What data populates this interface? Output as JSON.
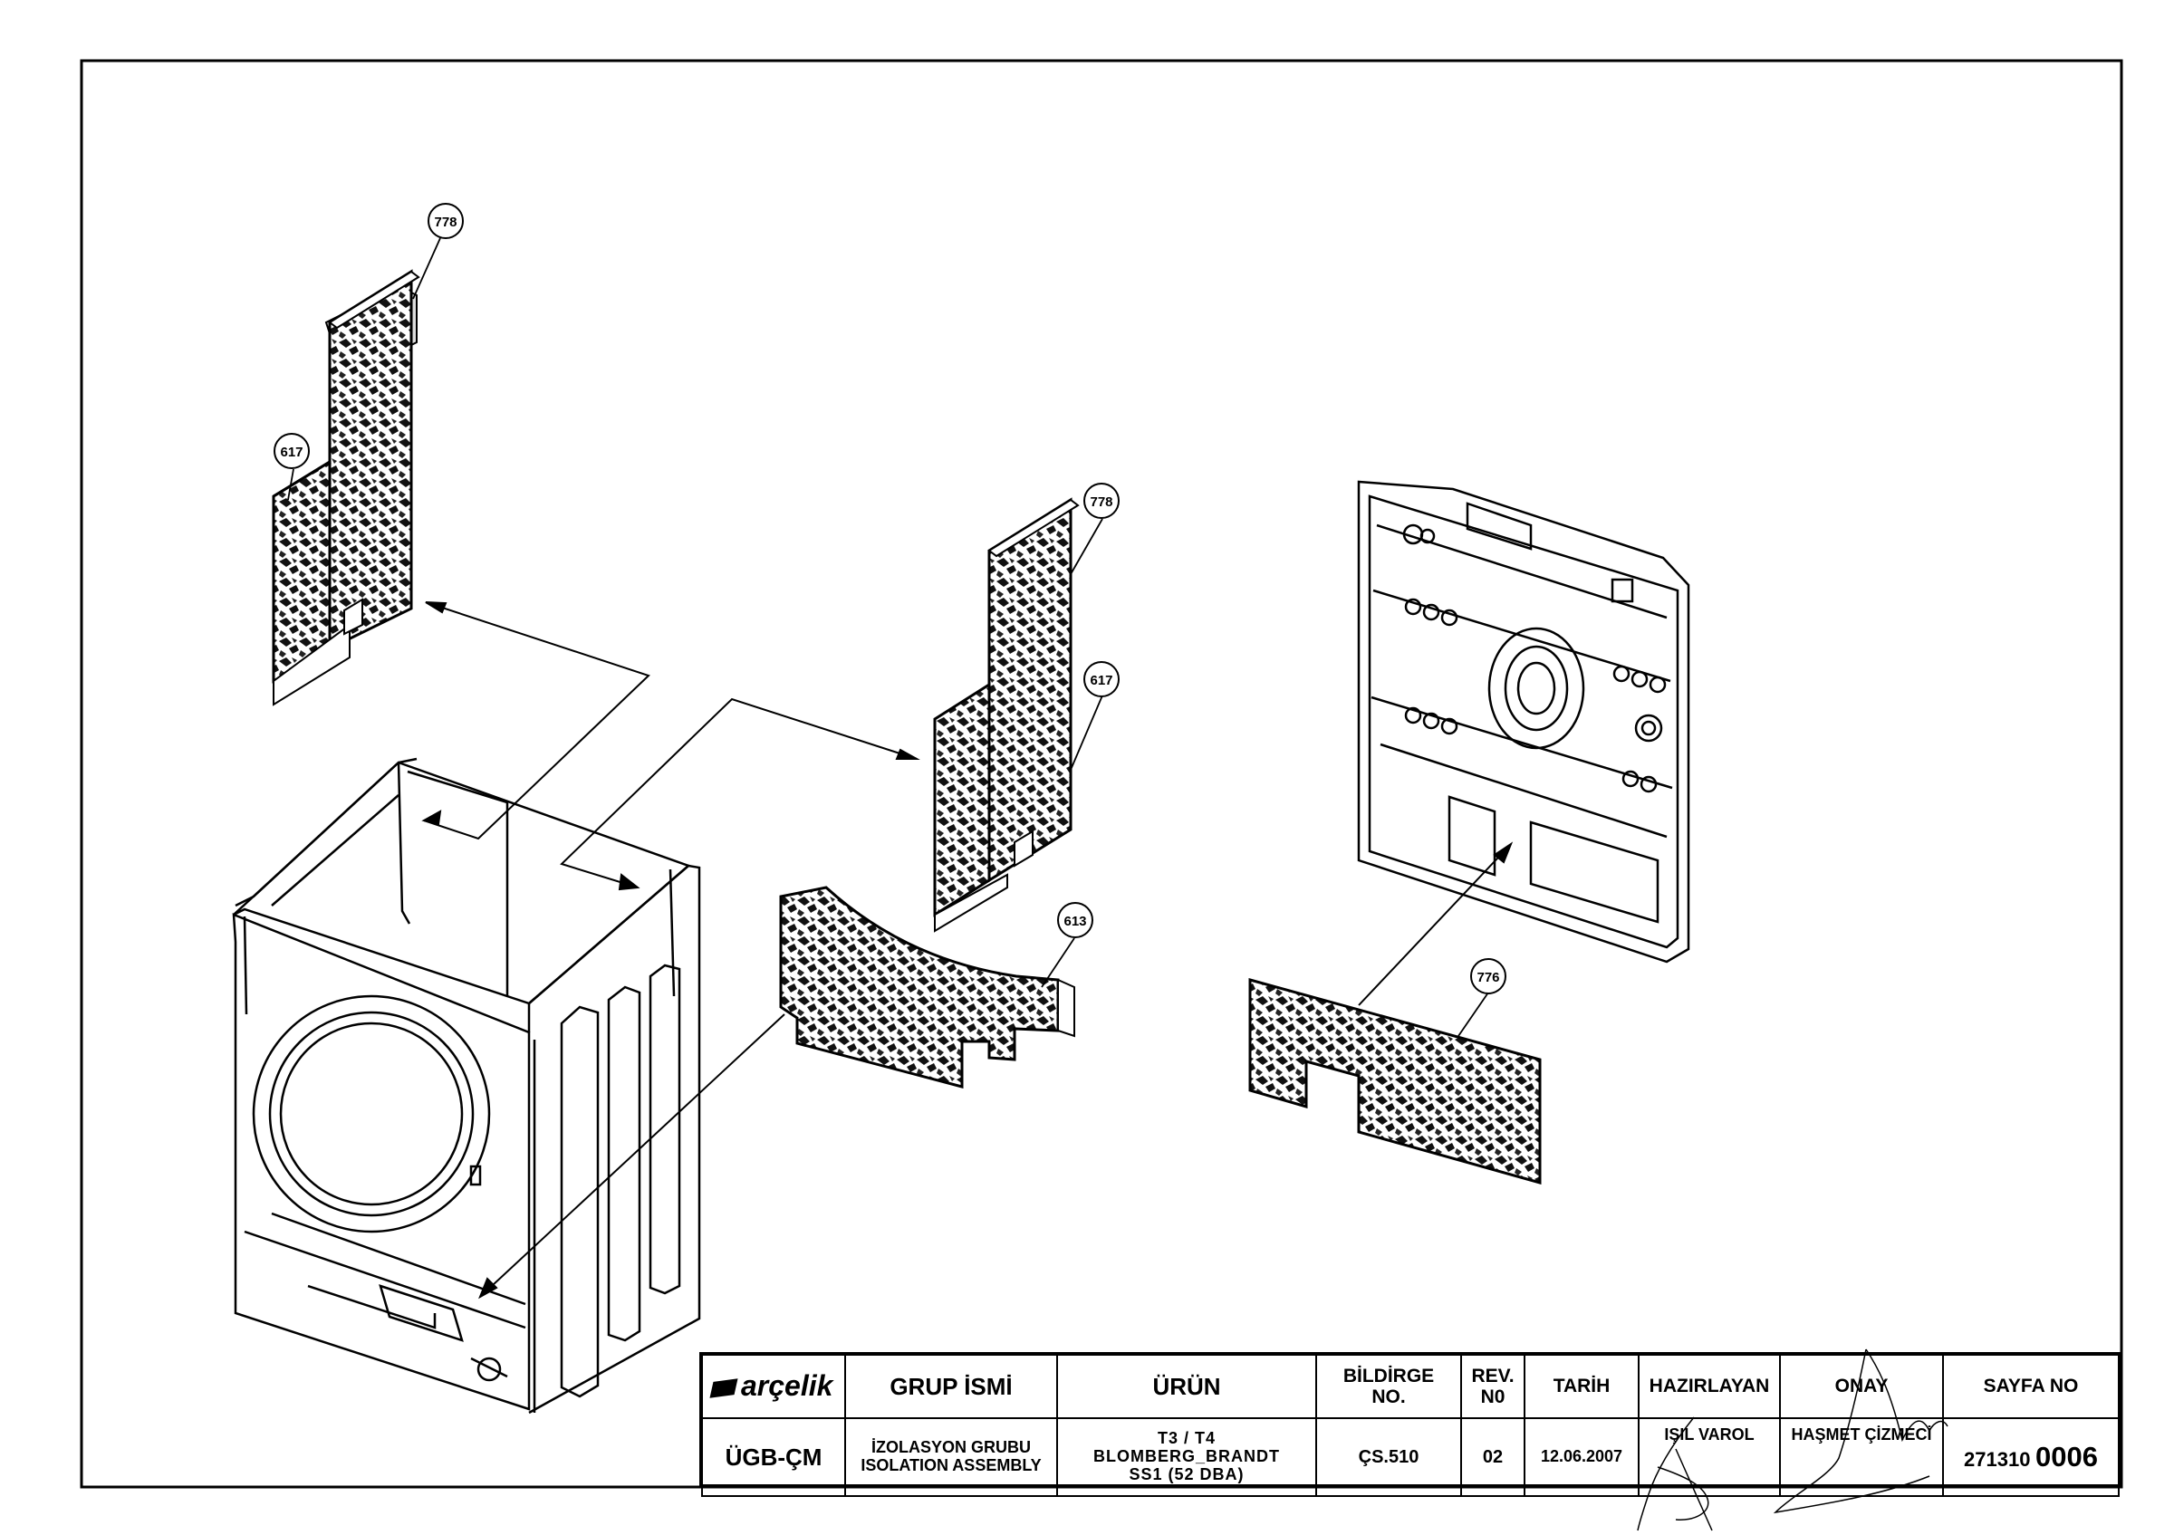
{
  "callouts": {
    "c778a": "778",
    "c617a": "617",
    "c778b": "778",
    "c617b": "617",
    "c613": "613",
    "c776": "776"
  },
  "titleblock": {
    "brand": "arçelik",
    "headers": {
      "group": "GRUP İSMİ",
      "product": "ÜRÜN",
      "declaration_line1": "BİLDİRGE",
      "declaration_line2": "NO.",
      "rev_line1": "REV.",
      "rev_line2": "N0",
      "date": "TARİH",
      "prepared": "HAZIRLAYAN",
      "approved": "ONAY",
      "sheet": "SAYFA NO"
    },
    "values": {
      "department": "ÜGB-ÇM",
      "group_line1": "İZOLASYON GRUBU",
      "group_line2": "ISOLATION ASSEMBLY",
      "product_line1": "T3 / T4",
      "product_line2": "BLOMBERG_BRANDT",
      "product_line3": "SS1 (52 DBA)",
      "declaration": "ÇS.510",
      "rev": "02",
      "date": "12.06.2007",
      "prepared_by": "IŞIL VAROL",
      "approved_by": "HAŞMET ÇİZMECİ",
      "sheet_prefix": "271310",
      "sheet_suffix": "0006"
    }
  }
}
